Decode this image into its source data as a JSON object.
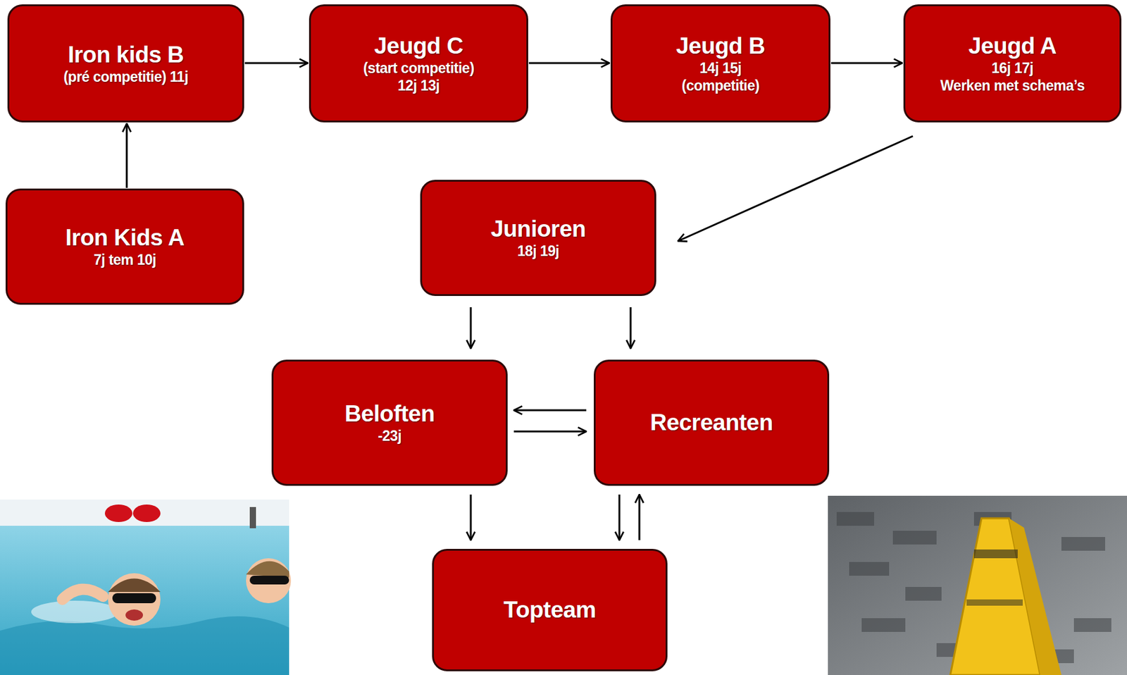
{
  "diagram": {
    "nodes": [
      {
        "text": [
          "Iron kids B",
          "(pré competitie) 11j"
        ]
      },
      {
        "text": [
          "Jeugd C",
          "(start competitie)",
          "12j 13j"
        ]
      },
      {
        "text": [
          "Jeugd B",
          "14j 15j",
          "(competitie)"
        ]
      },
      {
        "text": [
          "Jeugd A",
          "16j 17j",
          "Werken met schema’s"
        ]
      },
      {
        "text": [
          "Iron Kids A",
          "7j tem 10j"
        ]
      },
      {
        "text": [
          "Junioren",
          "18j 19j"
        ]
      },
      {
        "text": [
          "Beloften",
          "-23j"
        ]
      },
      {
        "text": [
          "Recreanten"
        ]
      },
      {
        "text": [
          "Topteam"
        ]
      }
    ],
    "edges": [
      {
        "from": 4,
        "to": 0,
        "arrow": "to"
      },
      {
        "from": 0,
        "to": 1,
        "arrow": "to"
      },
      {
        "from": 1,
        "to": 2,
        "arrow": "to"
      },
      {
        "from": 2,
        "to": 3,
        "arrow": "to"
      },
      {
        "from": 3,
        "to": 5,
        "arrow": "to"
      },
      {
        "from": 5,
        "to": 6,
        "arrow": "to"
      },
      {
        "from": 5,
        "to": 7,
        "arrow": "to"
      },
      {
        "from": 7,
        "to": 6,
        "arrow": "to"
      },
      {
        "from": 6,
        "to": 7,
        "arrow": "to"
      },
      {
        "from": 6,
        "to": 8,
        "arrow": "to"
      },
      {
        "from": 7,
        "to": 8,
        "arrow": "to"
      },
      {
        "from": 8,
        "to": 7,
        "arrow": "to"
      }
    ]
  }
}
